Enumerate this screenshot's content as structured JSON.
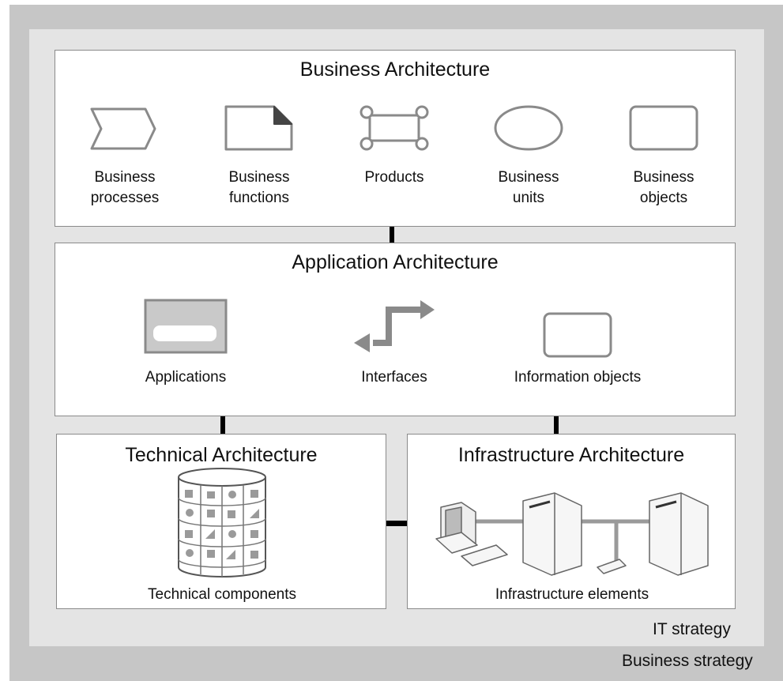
{
  "strategy": {
    "business": "Business strategy",
    "it": "IT strategy"
  },
  "business_architecture": {
    "title": "Business Architecture",
    "items": [
      {
        "label": "Business\nprocesses",
        "icon": "chevron-process-icon"
      },
      {
        "label": "Business\nfunctions",
        "icon": "folded-page-icon"
      },
      {
        "label": "Products",
        "icon": "product-rings-icon"
      },
      {
        "label": "Business\nunits",
        "icon": "ellipse-icon"
      },
      {
        "label": "Business\nobjects",
        "icon": "rounded-rectangle-icon"
      }
    ]
  },
  "application_architecture": {
    "title": "Application Architecture",
    "items": [
      {
        "label": "Applications",
        "icon": "application-window-icon"
      },
      {
        "label": "Interfaces",
        "icon": "double-arrow-icon"
      },
      {
        "label": "Information objects",
        "icon": "rounded-rectangle-icon"
      }
    ]
  },
  "technical_architecture": {
    "title": "Technical Architecture",
    "label": "Technical components",
    "icon": "component-cylinder-icon"
  },
  "infrastructure_architecture": {
    "title": "Infrastructure Architecture",
    "label": "Infrastructure elements",
    "icon": "network-computers-icon"
  }
}
